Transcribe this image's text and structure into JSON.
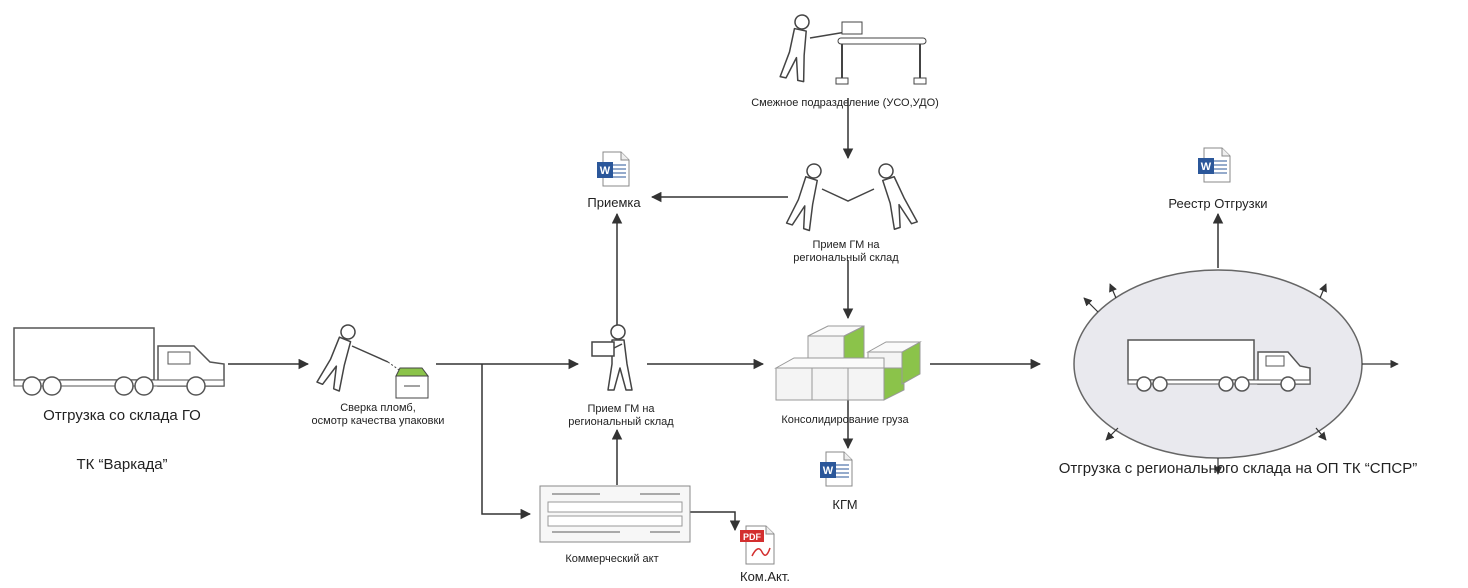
{
  "nodes": {
    "adjacent_unit": {
      "label": "Смежное подразделение (УСО,УДО)"
    },
    "receipt_top": {
      "label_line1": "Прием ГМ на",
      "label_line2": "региональный склад"
    },
    "priemka_doc": {
      "label": "Приемка",
      "doc_icon": "word-doc-icon"
    },
    "shipment_go": {
      "label": "Отгрузка со склада ГО",
      "carrier": "ТК “Варкада”"
    },
    "seal_check": {
      "label_line1": "Сверка пломб,",
      "label_line2": "осмотр качества упаковки"
    },
    "receipt_mid": {
      "label_line1": "Прием ГМ на",
      "label_line2": "региональный склад"
    },
    "consolidation": {
      "label": "Консолидирование груза"
    },
    "kgm_doc": {
      "label": "КГМ",
      "doc_icon": "word-doc-icon"
    },
    "commercial_act": {
      "label": "Коммерческий акт"
    },
    "kom_akt_doc": {
      "label": "Ком.Акт.",
      "doc_icon": "pdf-doc-icon",
      "badge": "PDF"
    },
    "registry_doc": {
      "label": "Реестр Отгрузки",
      "doc_icon": "word-doc-icon"
    },
    "shipment_regional": {
      "label": "Отгрузка с регионального склада на ОП ТК “СПСР”"
    }
  },
  "colors": {
    "line": "#333333",
    "word_blue": "#2b579a",
    "pdf_red": "#d32f2f",
    "box_green": "#8bc34a",
    "ellipse_fill": "#e9e9ee"
  }
}
